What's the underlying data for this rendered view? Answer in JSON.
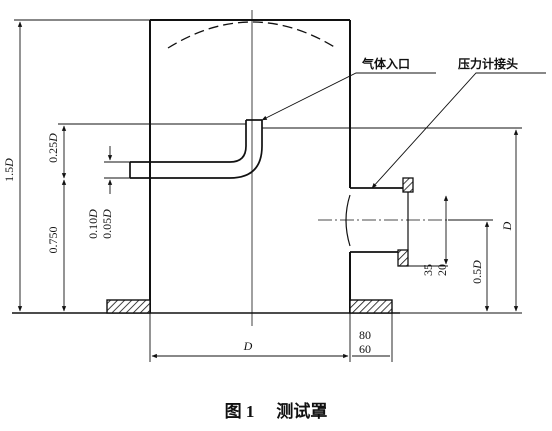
{
  "labels": {
    "gas_inlet": "气体入口",
    "pressure_gauge_connector": "压力计接头"
  },
  "dimensions": {
    "total_height": {
      "num": "1.5",
      "var": "D"
    },
    "upper_offset": {
      "num": "0.25",
      "var": "D"
    },
    "inlet_height": "0.750",
    "pipe_outer": {
      "num": "0.10",
      "var": "D"
    },
    "pipe_inner": {
      "num": "0.05",
      "var": "D"
    },
    "vessel_width": "D",
    "right_height": "D",
    "connector_height": {
      "num": "0.5",
      "var": "D"
    },
    "flange_a": "35",
    "flange_b": "20",
    "base_a": "80",
    "base_b": "60"
  },
  "caption": {
    "figure_no": "图 1",
    "title": "测试罩"
  }
}
